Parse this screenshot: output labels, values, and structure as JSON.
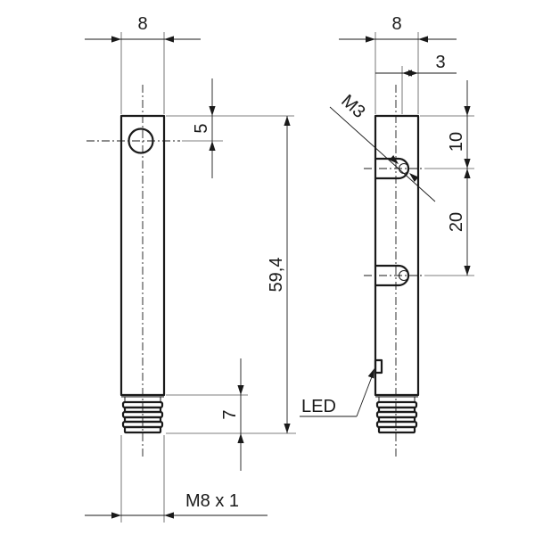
{
  "dimensions": {
    "front_width": "8",
    "hole_offset": "5",
    "overall_length": "59,4",
    "connector_length": "7",
    "thread": "M8 x 1",
    "side_width": "8",
    "side_offset": "3",
    "mount_thread": "M3",
    "first_hole": "10",
    "hole_spacing": "20"
  },
  "labels": {
    "led": "LED"
  }
}
